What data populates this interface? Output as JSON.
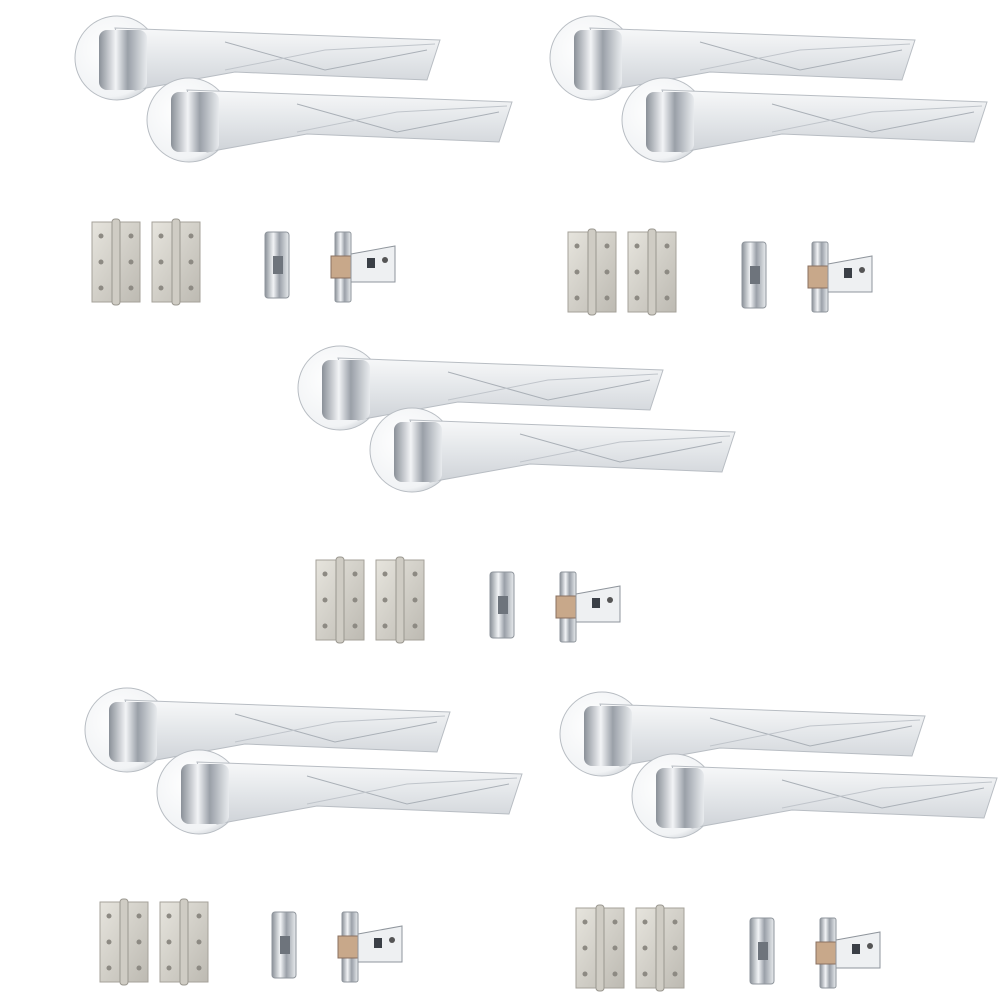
{
  "image": {
    "background": "#ffffff",
    "sets": [
      {
        "items": [
          "lever-handle-pair",
          "hinge-pair",
          "striker-plate",
          "tubular-latch"
        ]
      },
      {
        "items": [
          "lever-handle-pair",
          "hinge-pair",
          "striker-plate",
          "tubular-latch"
        ]
      },
      {
        "items": [
          "lever-handle-pair",
          "hinge-pair",
          "striker-plate",
          "tubular-latch"
        ]
      },
      {
        "items": [
          "lever-handle-pair",
          "hinge-pair",
          "striker-plate",
          "tubular-latch"
        ]
      },
      {
        "items": [
          "lever-handle-pair",
          "hinge-pair",
          "striker-plate",
          "tubular-latch"
        ]
      }
    ],
    "colors": {
      "chrome_light": "#f4f6f8",
      "chrome_mid": "#c9ced4",
      "chrome_dark": "#6e747c",
      "satin_steel": "#d8d6cf",
      "outline": "#b8bdc3"
    }
  }
}
